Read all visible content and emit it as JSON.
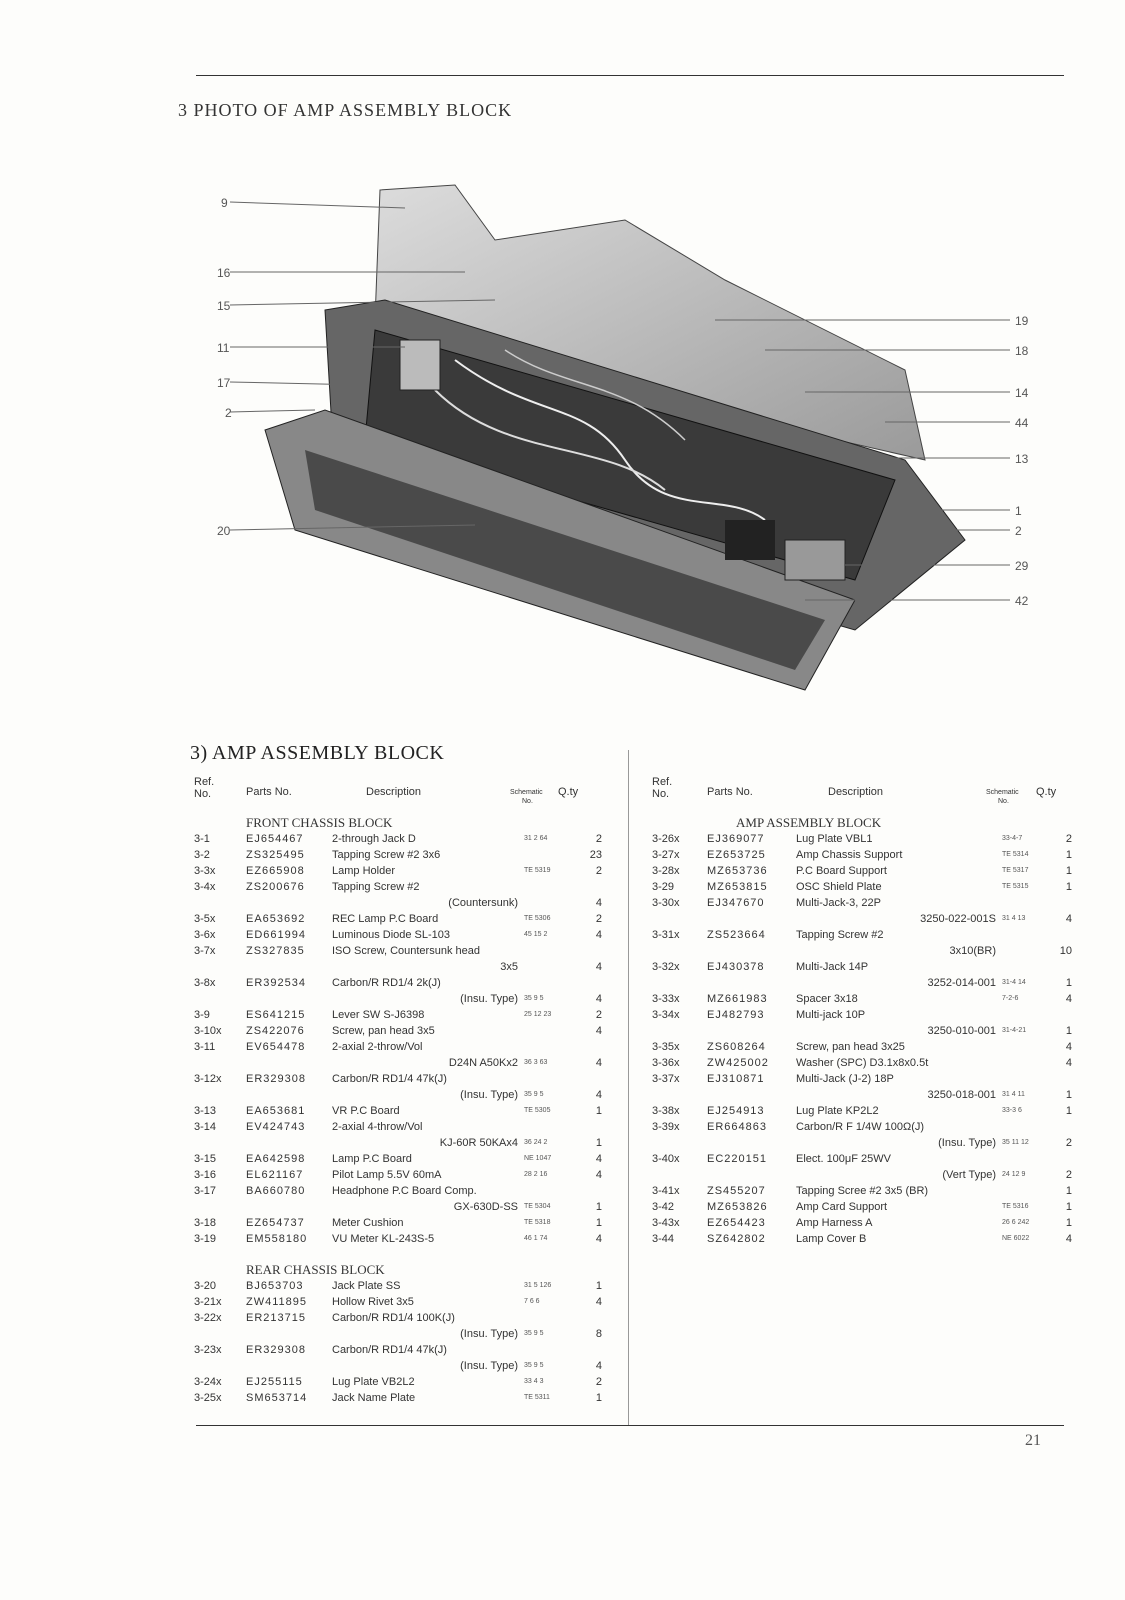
{
  "heading": "3  PHOTO OF AMP ASSEMBLY BLOCK",
  "callouts_left": [
    "9",
    "16",
    "15",
    "11",
    "17",
    "2",
    "20"
  ],
  "callouts_right": [
    "19",
    "18",
    "14",
    "44",
    "13",
    "1",
    "2",
    "29",
    "42"
  ],
  "section_title": "3) AMP ASSEMBLY BLOCK",
  "headers": {
    "ref": "Ref.",
    "no": "No.",
    "parts": "Parts No.",
    "desc": "Description",
    "schem": "Schematic",
    "schem_no": "No.",
    "qty": "Q.ty"
  },
  "left": {
    "front_title": "FRONT CHASSIS BLOCK",
    "front_rows": [
      {
        "ref": "3-1",
        "part": "EJ654467",
        "desc": "2-through Jack D",
        "schem": "31 2 64",
        "qty": "2"
      },
      {
        "ref": "3-2",
        "part": "ZS325495",
        "desc": "Tapping Screw #2 3x6",
        "schem": "",
        "qty": "23"
      },
      {
        "ref": "3-3x",
        "part": "EZ665908",
        "desc": "Lamp Holder",
        "schem": "TE 5319",
        "qty": "2"
      },
      {
        "ref": "3-4x",
        "part": "ZS200676",
        "desc": "Tapping Screw #2",
        "schem": "",
        "qty": ""
      },
      {
        "ref": "",
        "part": "",
        "desc": "",
        "cont": "(Countersunk)",
        "schem": "",
        "qty": "4"
      },
      {
        "ref": "3-5x",
        "part": "EA653692",
        "desc": "REC Lamp P.C Board",
        "schem": "TE 5306",
        "qty": "2"
      },
      {
        "ref": "3-6x",
        "part": "ED661994",
        "desc": "Luminous Diode SL-103",
        "schem": "45 15 2",
        "qty": "4"
      },
      {
        "ref": "3-7x",
        "part": "ZS327835",
        "desc": "ISO Screw, Countersunk head",
        "schem": "",
        "qty": ""
      },
      {
        "ref": "",
        "part": "",
        "desc": "",
        "cont": "3x5",
        "schem": "",
        "qty": "4"
      },
      {
        "ref": "3-8x",
        "part": "ER392534",
        "desc": "Carbon/R RD1/4 2k(J)",
        "schem": "",
        "qty": ""
      },
      {
        "ref": "",
        "part": "",
        "desc": "",
        "cont": "(Insu. Type)",
        "schem": "35 9 5",
        "qty": "4"
      },
      {
        "ref": "3-9",
        "part": "ES641215",
        "desc": "Lever SW S-J6398",
        "schem": "25 12 23",
        "qty": "2"
      },
      {
        "ref": "3-10x",
        "part": "ZS422076",
        "desc": "Screw, pan head 3x5",
        "schem": "",
        "qty": "4"
      },
      {
        "ref": "3-11",
        "part": "EV654478",
        "desc": "2-axial 2-throw/Vol",
        "schem": "",
        "qty": ""
      },
      {
        "ref": "",
        "part": "",
        "desc": "",
        "cont": "D24N A50Kx2",
        "schem": "36 3 63",
        "qty": "4"
      },
      {
        "ref": "3-12x",
        "part": "ER329308",
        "desc": "Carbon/R RD1/4 47k(J)",
        "schem": "",
        "qty": ""
      },
      {
        "ref": "",
        "part": "",
        "desc": "",
        "cont": "(Insu. Type)",
        "schem": "35 9 5",
        "qty": "4"
      },
      {
        "ref": "3-13",
        "part": "EA653681",
        "desc": "VR P.C Board",
        "schem": "TE 5305",
        "qty": "1"
      },
      {
        "ref": "3-14",
        "part": "EV424743",
        "desc": "2-axial 4-throw/Vol",
        "schem": "",
        "qty": ""
      },
      {
        "ref": "",
        "part": "",
        "desc": "",
        "cont": "KJ-60R 50KAx4",
        "schem": "36 24 2",
        "qty": "1"
      },
      {
        "ref": "3-15",
        "part": "EA642598",
        "desc": "Lamp P.C Board",
        "schem": "NE 1047",
        "qty": "4"
      },
      {
        "ref": "3-16",
        "part": "EL621167",
        "desc": "Pilot Lamp 5.5V 60mA",
        "schem": "28 2 16",
        "qty": "4"
      },
      {
        "ref": "3-17",
        "part": "BA660780",
        "desc": "Headphone P.C Board Comp.",
        "schem": "",
        "qty": ""
      },
      {
        "ref": "",
        "part": "",
        "desc": "",
        "cont": "GX-630D-SS",
        "schem": "TE 5304",
        "qty": "1"
      },
      {
        "ref": "3-18",
        "part": "EZ654737",
        "desc": "Meter Cushion",
        "schem": "TE 5318",
        "qty": "1"
      },
      {
        "ref": "3-19",
        "part": "EM558180",
        "desc": "VU Meter KL-243S-5",
        "schem": "46 1 74",
        "qty": "4"
      }
    ],
    "rear_title": "REAR CHASSIS BLOCK",
    "rear_rows": [
      {
        "ref": "3-20",
        "part": "BJ653703",
        "desc": "Jack Plate SS",
        "schem": "31 5 126",
        "qty": "1"
      },
      {
        "ref": "3-21x",
        "part": "ZW411895",
        "desc": "Hollow Rivet 3x5",
        "schem": "7 6 6",
        "qty": "4"
      },
      {
        "ref": "3-22x",
        "part": "ER213715",
        "desc": "Carbon/R RD1/4 100K(J)",
        "schem": "",
        "qty": ""
      },
      {
        "ref": "",
        "part": "",
        "desc": "",
        "cont": "(Insu. Type)",
        "schem": "35 9 5",
        "qty": "8"
      },
      {
        "ref": "3-23x",
        "part": "ER329308",
        "desc": "Carbon/R RD1/4 47k(J)",
        "schem": "",
        "qty": ""
      },
      {
        "ref": "",
        "part": "",
        "desc": "",
        "cont": "(Insu. Type)",
        "schem": "35 9 5",
        "qty": "4"
      },
      {
        "ref": "3-24x",
        "part": "EJ255115",
        "desc": "Lug Plate VB2L2",
        "schem": "33 4 3",
        "qty": "2"
      },
      {
        "ref": "3-25x",
        "part": "SM653714",
        "desc": "Jack Name Plate",
        "schem": "TE 5311",
        "qty": "1"
      }
    ]
  },
  "right": {
    "title": "AMP ASSEMBLY BLOCK",
    "rows": [
      {
        "ref": "3-26x",
        "part": "EJ369077",
        "desc": "Lug Plate VBL1",
        "schem": "33-4-7",
        "qty": "2"
      },
      {
        "ref": "3-27x",
        "part": "EZ653725",
        "desc": "Amp Chassis Support",
        "schem": "TE 5314",
        "qty": "1"
      },
      {
        "ref": "3-28x",
        "part": "MZ653736",
        "desc": "P.C Board Support",
        "schem": "TE 5317",
        "qty": "1"
      },
      {
        "ref": "3-29",
        "part": "MZ653815",
        "desc": "OSC Shield Plate",
        "schem": "TE 5315",
        "qty": "1"
      },
      {
        "ref": "3-30x",
        "part": "EJ347670",
        "desc": "Multi-Jack-3, 22P",
        "schem": "",
        "qty": ""
      },
      {
        "ref": "",
        "part": "",
        "desc": "",
        "cont": "3250-022-001S",
        "schem": "31 4 13",
        "qty": "4"
      },
      {
        "ref": "3-31x",
        "part": "ZS523664",
        "desc": "Tapping Screw #2",
        "schem": "",
        "qty": ""
      },
      {
        "ref": "",
        "part": "",
        "desc": "",
        "cont": "3x10(BR)",
        "schem": "",
        "qty": "10"
      },
      {
        "ref": "3-32x",
        "part": "EJ430378",
        "desc": "Multi-Jack 14P",
        "schem": "",
        "qty": ""
      },
      {
        "ref": "",
        "part": "",
        "desc": "",
        "cont": "3252-014-001",
        "schem": "31-4 14",
        "qty": "1"
      },
      {
        "ref": "3-33x",
        "part": "MZ661983",
        "desc": "Spacer 3x18",
        "schem": "7-2-6",
        "qty": "4"
      },
      {
        "ref": "3-34x",
        "part": "EJ482793",
        "desc": "Multi-jack 10P",
        "schem": "",
        "qty": ""
      },
      {
        "ref": "",
        "part": "",
        "desc": "",
        "cont": "3250-010-001",
        "schem": "31-4-21",
        "qty": "1"
      },
      {
        "ref": "3-35x",
        "part": "ZS608264",
        "desc": "Screw, pan head 3x25",
        "schem": "",
        "qty": "4"
      },
      {
        "ref": "3-36x",
        "part": "ZW425002",
        "desc": "Washer (SPC) D3.1x8x0.5t",
        "schem": "",
        "qty": "4"
      },
      {
        "ref": "3-37x",
        "part": "EJ310871",
        "desc": "Multi-Jack (J-2) 18P",
        "schem": "",
        "qty": ""
      },
      {
        "ref": "",
        "part": "",
        "desc": "",
        "cont": "3250-018-001",
        "schem": "31 4 11",
        "qty": "1"
      },
      {
        "ref": "3-38x",
        "part": "EJ254913",
        "desc": "Lug Plate KP2L2",
        "schem": "33-3 6",
        "qty": "1"
      },
      {
        "ref": "3-39x",
        "part": "ER664863",
        "desc": "Carbon/R F 1/4W 100Ω(J)",
        "schem": "",
        "qty": ""
      },
      {
        "ref": "",
        "part": "",
        "desc": "",
        "cont": "(Insu. Type)",
        "schem": "35 11 12",
        "qty": "2"
      },
      {
        "ref": "3-40x",
        "part": "EC220151",
        "desc": "Elect. 100μF 25WV",
        "schem": "",
        "qty": ""
      },
      {
        "ref": "",
        "part": "",
        "desc": "",
        "cont": "(Vert Type)",
        "schem": "24 12 9",
        "qty": "2"
      },
      {
        "ref": "3-41x",
        "part": "ZS455207",
        "desc": "Tapping Scree #2 3x5 (BR)",
        "schem": "",
        "qty": "1"
      },
      {
        "ref": "3-42",
        "part": "MZ653826",
        "desc": "Amp Card Support",
        "schem": "TE 5316",
        "qty": "1"
      },
      {
        "ref": "3-43x",
        "part": "EZ654423",
        "desc": "Amp Harness A",
        "schem": "26 6 242",
        "qty": "1"
      },
      {
        "ref": "3-44",
        "part": "SZ642802",
        "desc": "Lamp Cover B",
        "schem": "NE 6022",
        "qty": "4"
      }
    ]
  },
  "page_number": "21"
}
